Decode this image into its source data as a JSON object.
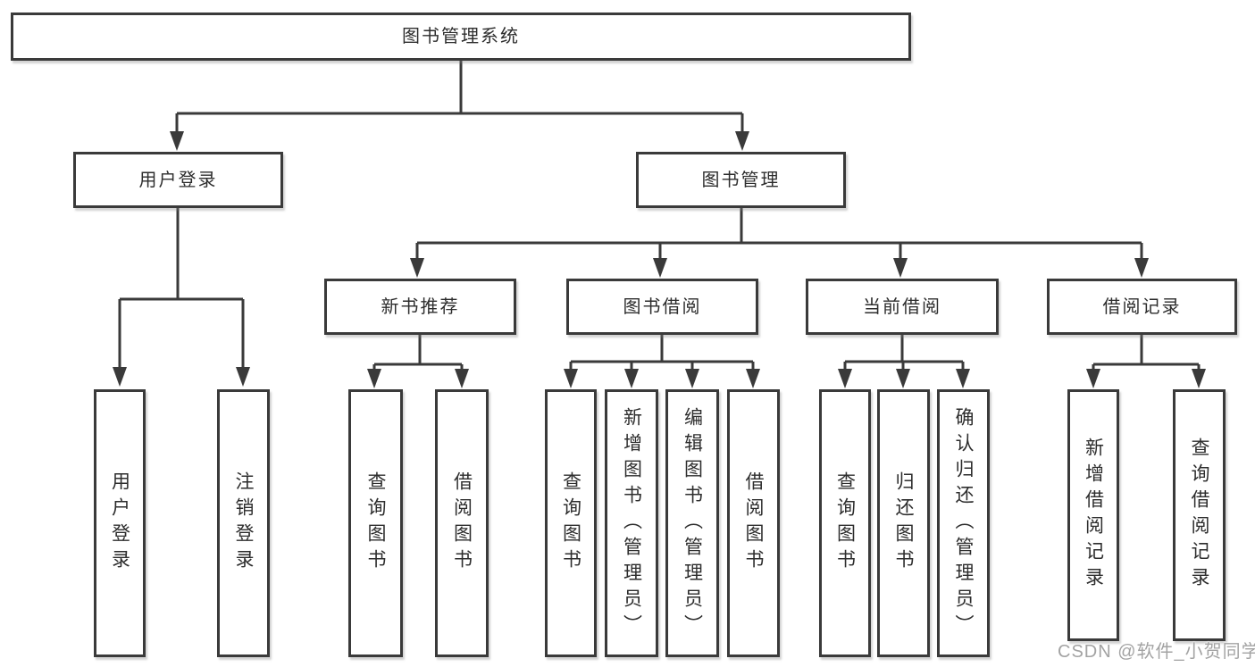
{
  "diagram_type": "hierarchy-structure-chart",
  "colors": {
    "line": "#3a3a3a",
    "box_border": "#3a3a3a",
    "box_fill": "#ffffff",
    "text": "#2d2d2d",
    "watermark": "#a3a3a3",
    "background": "#ffffff"
  },
  "tree": {
    "label": "图书管理系统",
    "children": [
      {
        "label": "用户登录",
        "children": [
          {
            "label": "用户登录"
          },
          {
            "label": "注销登录"
          }
        ]
      },
      {
        "label": "图书管理",
        "children": [
          {
            "label": "新书推荐",
            "children": [
              {
                "label": "查询图书"
              },
              {
                "label": "借阅图书"
              }
            ]
          },
          {
            "label": "图书借阅",
            "children": [
              {
                "label": "查询图书"
              },
              {
                "label": "新增图书（管理员）"
              },
              {
                "label": "编辑图书（管理员）"
              },
              {
                "label": "借阅图书"
              }
            ]
          },
          {
            "label": "当前借阅",
            "children": [
              {
                "label": "查询图书"
              },
              {
                "label": "归还图书"
              },
              {
                "label": "确认归还（管理员）"
              }
            ]
          },
          {
            "label": "借阅记录",
            "children": [
              {
                "label": "新增借阅记录"
              },
              {
                "label": "查询借阅记录"
              }
            ]
          }
        ]
      }
    ]
  },
  "watermark": "CSDN @软件_小贺同学"
}
